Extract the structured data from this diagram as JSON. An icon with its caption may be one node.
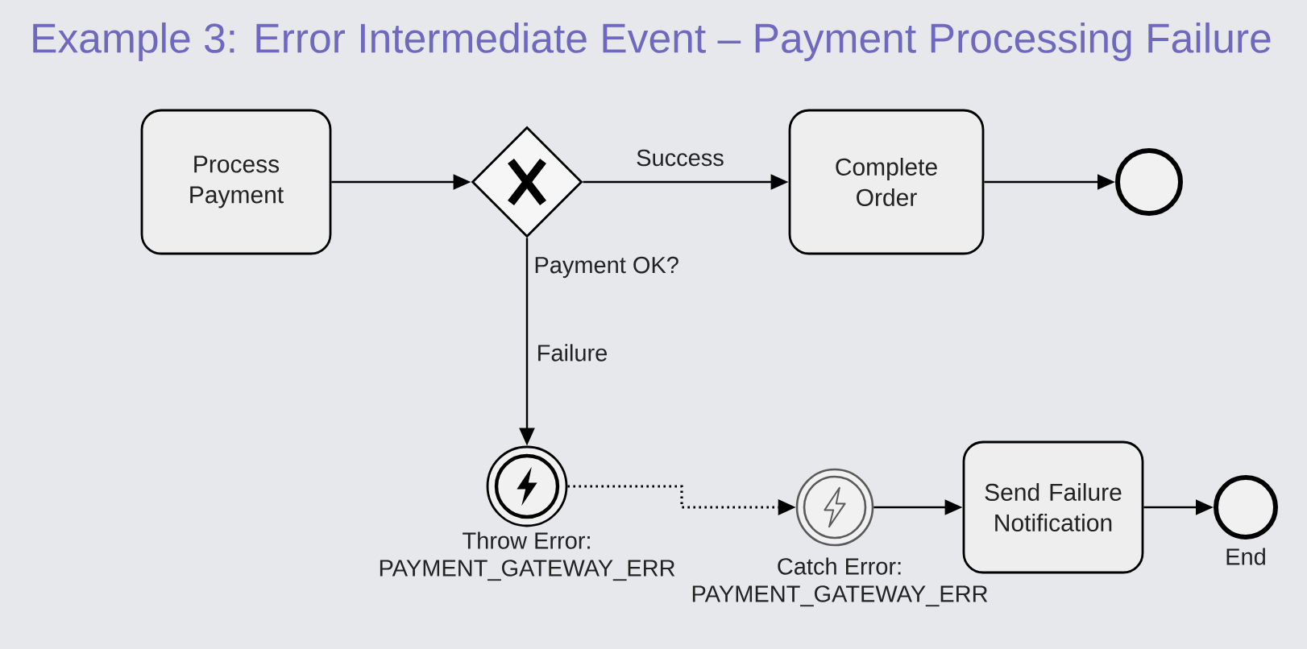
{
  "diagram": {
    "title": "Example 3: Error Intermediate Event – Payment Processing Failure",
    "nodes": [
      {
        "text": [
          "Process Payment"
        ]
      },
      {
        "text": [],
        "shape": "diamond",
        "beside": [
          "Payment OK?"
        ]
      },
      {
        "text": [
          "Complete Order"
        ]
      },
      {
        "text": [],
        "shape": "circle"
      },
      {
        "text": [],
        "shape": "circle",
        "beside": [
          "Throw Error: PAYMENT_GATEWAY_ERR"
        ]
      },
      {
        "text": [],
        "shape": "circle",
        "beside": [
          "Catch Error: PAYMENT_GATEWAY_ERR"
        ]
      },
      {
        "text": [
          "Send Failure Notification"
        ]
      },
      {
        "text": [],
        "shape": "circle",
        "beside": [
          "End"
        ]
      }
    ],
    "edges": [
      {
        "from": 0,
        "to": 1,
        "arrow": "to"
      },
      {
        "from": 1,
        "to": 2,
        "arrow": "to",
        "label": "Success"
      },
      {
        "from": 2,
        "to": 3,
        "arrow": "to"
      },
      {
        "from": 1,
        "to": 4,
        "arrow": "to",
        "label": "Failure"
      },
      {
        "from": 4,
        "to": 5,
        "arrow": "to",
        "style": "dashed"
      },
      {
        "from": 5,
        "to": 6,
        "arrow": "to"
      },
      {
        "from": 6,
        "to": 7,
        "arrow": "to"
      }
    ]
  }
}
